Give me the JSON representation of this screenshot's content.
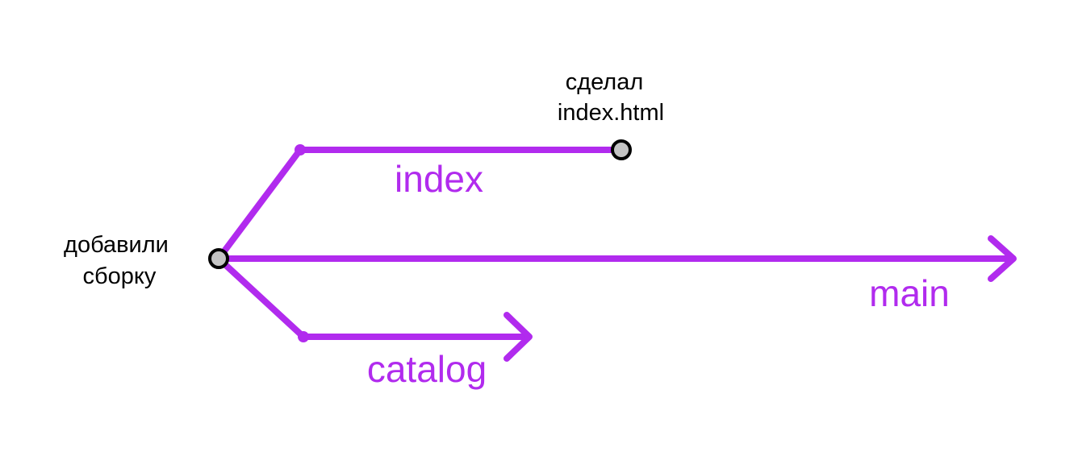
{
  "colors": {
    "branch": "#b12bee",
    "node_fill": "#c4c4c4",
    "node_stroke": "#000000",
    "text": "#000000",
    "background": "#ffffff"
  },
  "branches": {
    "index": {
      "label": "index"
    },
    "main": {
      "label": "main"
    },
    "catalog": {
      "label": "catalog"
    }
  },
  "commits": {
    "build": {
      "label_lines": [
        "добавили",
        "сборку"
      ]
    },
    "index_html": {
      "label_lines": [
        "сделал",
        "index.html"
      ]
    }
  }
}
